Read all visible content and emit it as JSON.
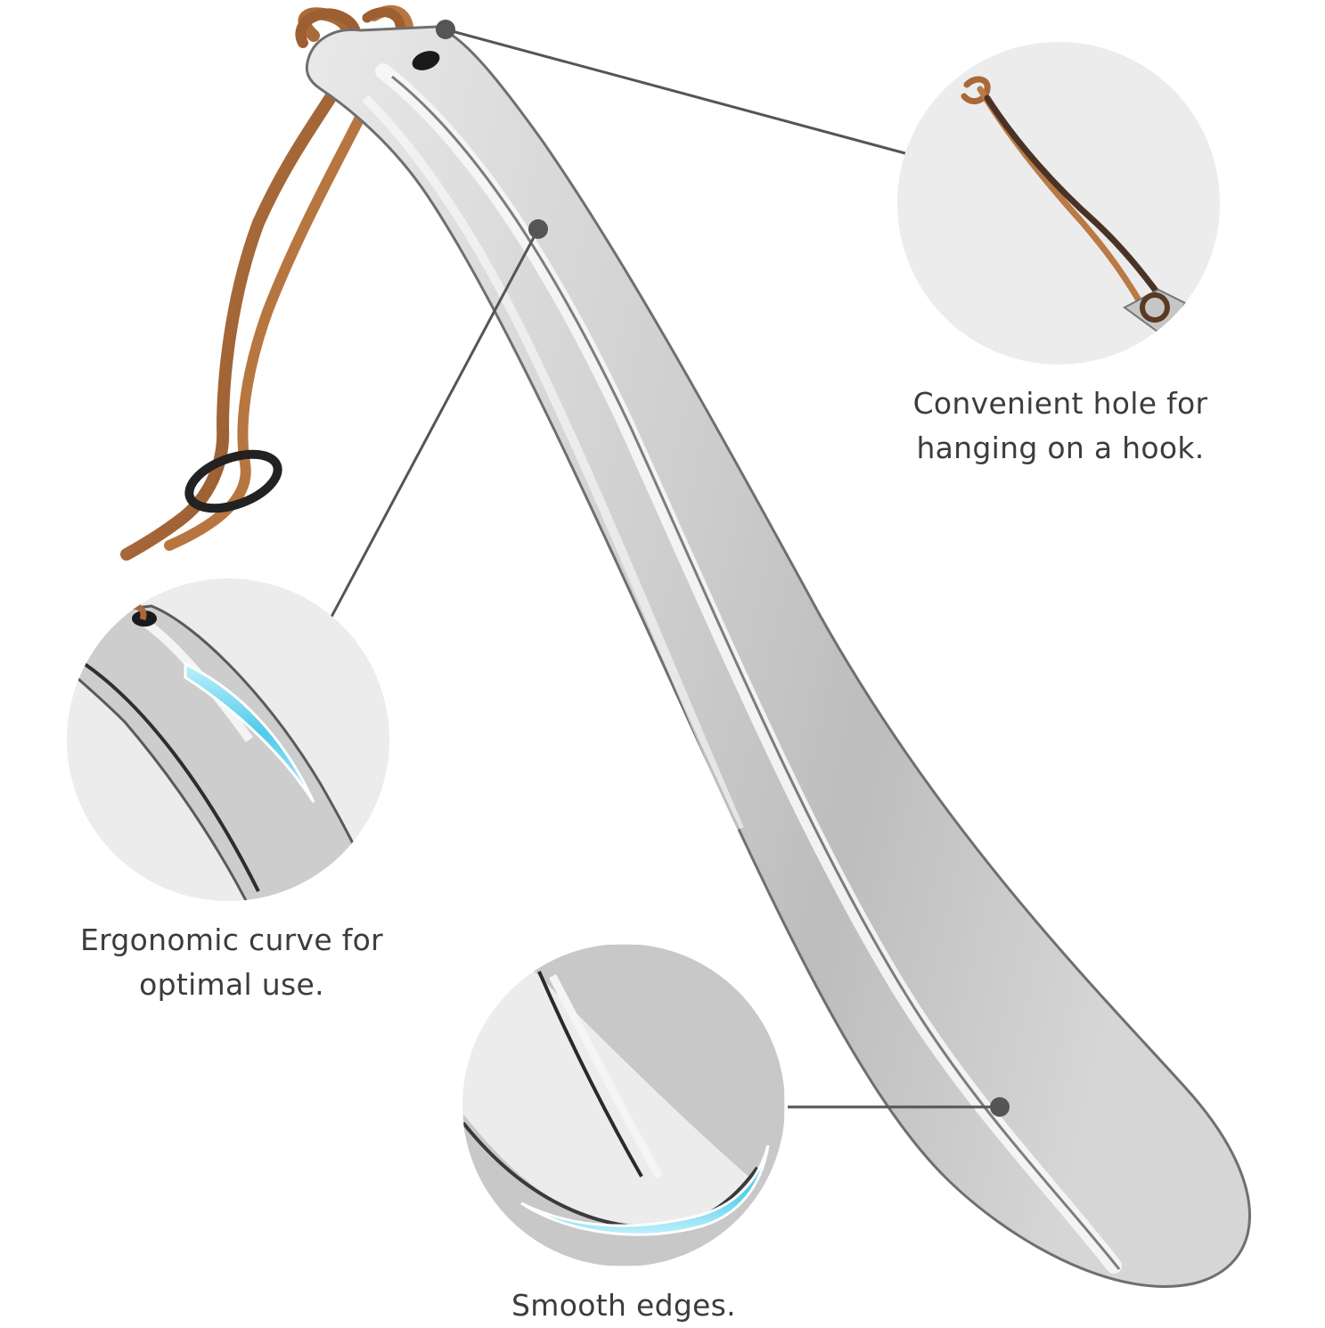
{
  "callouts": {
    "hole": {
      "line1": "Convenient hole for",
      "line2": "hanging on a hook."
    },
    "curve": {
      "line1": "Ergonomic curve for",
      "line2": "optimal use."
    },
    "edges": {
      "line1": "Smooth edges."
    }
  },
  "colors": {
    "background": "#ffffff",
    "metal": "#c9c9c9",
    "leather": "#a8683a",
    "highlight_blue": "#5fd3ee",
    "leader_line": "#555555",
    "inset_bg": "#ececec"
  }
}
